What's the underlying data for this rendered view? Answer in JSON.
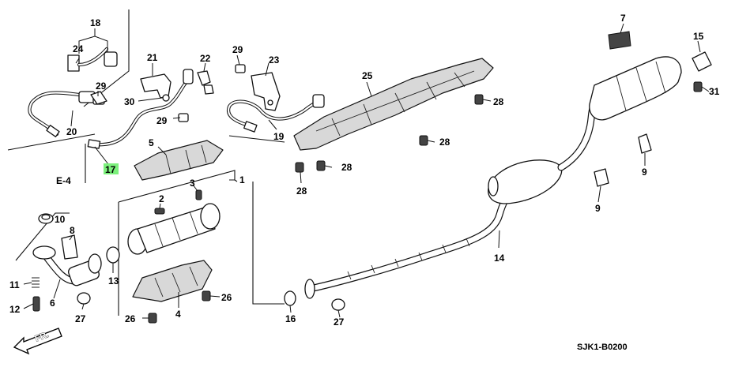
{
  "diagram": {
    "callouts": {
      "c18": "18",
      "c24": "24",
      "c29a": "29",
      "c20": "20",
      "c21": "21",
      "c22": "22",
      "c30": "30",
      "c29b": "29",
      "c29c": "29",
      "c23": "23",
      "c19": "19",
      "c25": "25",
      "c28a": "28",
      "c28b": "28",
      "c28c": "28",
      "c28d": "28",
      "c7": "7",
      "c15": "15",
      "c31": "31",
      "c9a": "9",
      "c9b": "9",
      "c17": "17",
      "c5": "5",
      "c1": "1",
      "c2": "2",
      "c3": "3",
      "c10": "10",
      "c8": "8",
      "c11": "11",
      "c12": "12",
      "c6": "6",
      "c27a": "27",
      "c13": "13",
      "c26a": "26",
      "c26b": "26",
      "c4": "4",
      "c16": "16",
      "c27b": "27",
      "c14": "14"
    },
    "ref_label": "E-4",
    "direction_label": "FR.",
    "code": "SJK1-B0200"
  },
  "colors": {
    "highlight": "#7CF07C",
    "ink": "#111111"
  },
  "highlighted_part": "17"
}
